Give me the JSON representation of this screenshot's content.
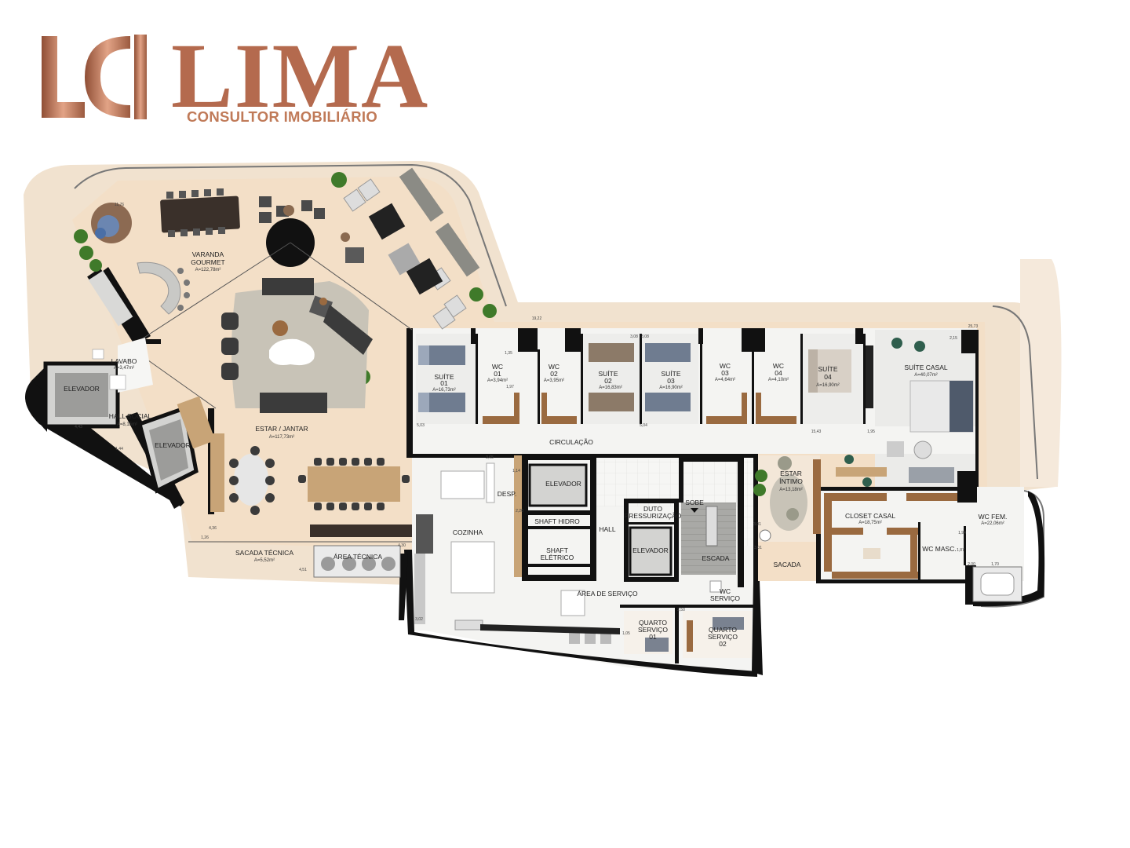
{
  "logo": {
    "monogram": "LC",
    "brand": "LIMA",
    "tagline": "CONSULTOR IMOBILIÁRIO",
    "colors": {
      "copper": "#b46a4e",
      "copper_light": "#d8957a"
    }
  },
  "colors": {
    "floor": "#f3dfc7",
    "terrace": "#f1e2cf",
    "wall": "#111111",
    "wood": "#9a6a40",
    "rug": "#c8c3b7",
    "bed": "#4f5a6b",
    "plant": "#3f7a2a",
    "sofa": "#3b3b3b",
    "tile": "#f4f4f2"
  },
  "rooms": {
    "varanda": {
      "name": "VARANDA GOURMET",
      "area": "A=122,78m²"
    },
    "estar_jantar": {
      "name": "ESTAR / JANTAR",
      "area": "A=117,73m²"
    },
    "lavabo": {
      "name": "LAVABO",
      "area": "A=3,47m²"
    },
    "hall_social": {
      "name": "HALL SOCIAL",
      "area": "A=8,15m²"
    },
    "elevador_social_1": {
      "name": "ELEVADOR"
    },
    "elevador_social_2": {
      "name": "ELEVADOR"
    },
    "suite01": {
      "name": "SUÍTE 01",
      "area": "A=16,73m²"
    },
    "wc01": {
      "name": "WC 01",
      "area": "A=3,94m²"
    },
    "wc02": {
      "name": "WC 02",
      "area": "A=3,95m²"
    },
    "suite02": {
      "name": "SUÍTE 02",
      "area": "A=16,83m²"
    },
    "suite03": {
      "name": "SUÍTE 03",
      "area": "A=16,90m²"
    },
    "wc03": {
      "name": "WC 03",
      "area": "A=4,64m²"
    },
    "wc04": {
      "name": "WC 04",
      "area": "A=4,10m²"
    },
    "suite04": {
      "name": "SUÍTE 04",
      "area": "A=16,90m²"
    },
    "suite_casal": {
      "name": "SUÍTE CASAL",
      "area": "A=40,07m²"
    },
    "circulacao": {
      "name": "CIRCULAÇÃO"
    },
    "cozinha": {
      "name": "COZINHA"
    },
    "desp": {
      "name": "DESP."
    },
    "elevador_servico": {
      "name": "ELEVADOR"
    },
    "shaft_hidro": {
      "name": "SHAFT HIDRO"
    },
    "shaft_eletrico": {
      "name": "SHAFT ELÉTRICO"
    },
    "hall": {
      "name": "HALL"
    },
    "duto": {
      "name": "DUTO PRESSURIZAÇÃO"
    },
    "elevador_hall": {
      "name": "ELEVADOR"
    },
    "sobe": {
      "name": "SOBE"
    },
    "escada": {
      "name": "ESCADA"
    },
    "estar_intimo": {
      "name": "ESTAR ÍNTIMO",
      "area": "A=13,18m²"
    },
    "sacada": {
      "name": "SACADA"
    },
    "closet_casal": {
      "name": "CLOSET CASAL",
      "area": "A=18,75m²"
    },
    "wc_fem": {
      "name": "WC FEM.",
      "area": "A=22,06m²"
    },
    "wc_masc": {
      "name": "WC MASC."
    },
    "sacada_tecnica": {
      "name": "SACADA TÉCNICA",
      "area": "A=5,52m²"
    },
    "area_tecnica": {
      "name": "ÁREA TÉCNICA"
    },
    "area_servico": {
      "name": "ÁREA DE SERVIÇO"
    },
    "wc_servico": {
      "name": "WC SERVIÇO"
    },
    "quarto_servico1": {
      "name": "QUARTO SERVIÇO 01"
    },
    "quarto_servico2": {
      "name": "QUARTO SERVIÇO 02"
    }
  },
  "dimensions": [
    "11,76",
    "19,22",
    "25,73",
    "1,35",
    "1,97",
    "3,08",
    "3,08",
    "5,03",
    "5,04",
    "15,43",
    "1,95",
    "2,15",
    "1,14",
    "2,20",
    "3,65",
    "1,94",
    "1,87",
    "2,00",
    "1,70",
    "3,01",
    "3,01",
    "4,51",
    "4,30",
    "1,26",
    "4,43",
    "1,44",
    "4,36",
    "2,50",
    "1,05",
    "3,02"
  ]
}
